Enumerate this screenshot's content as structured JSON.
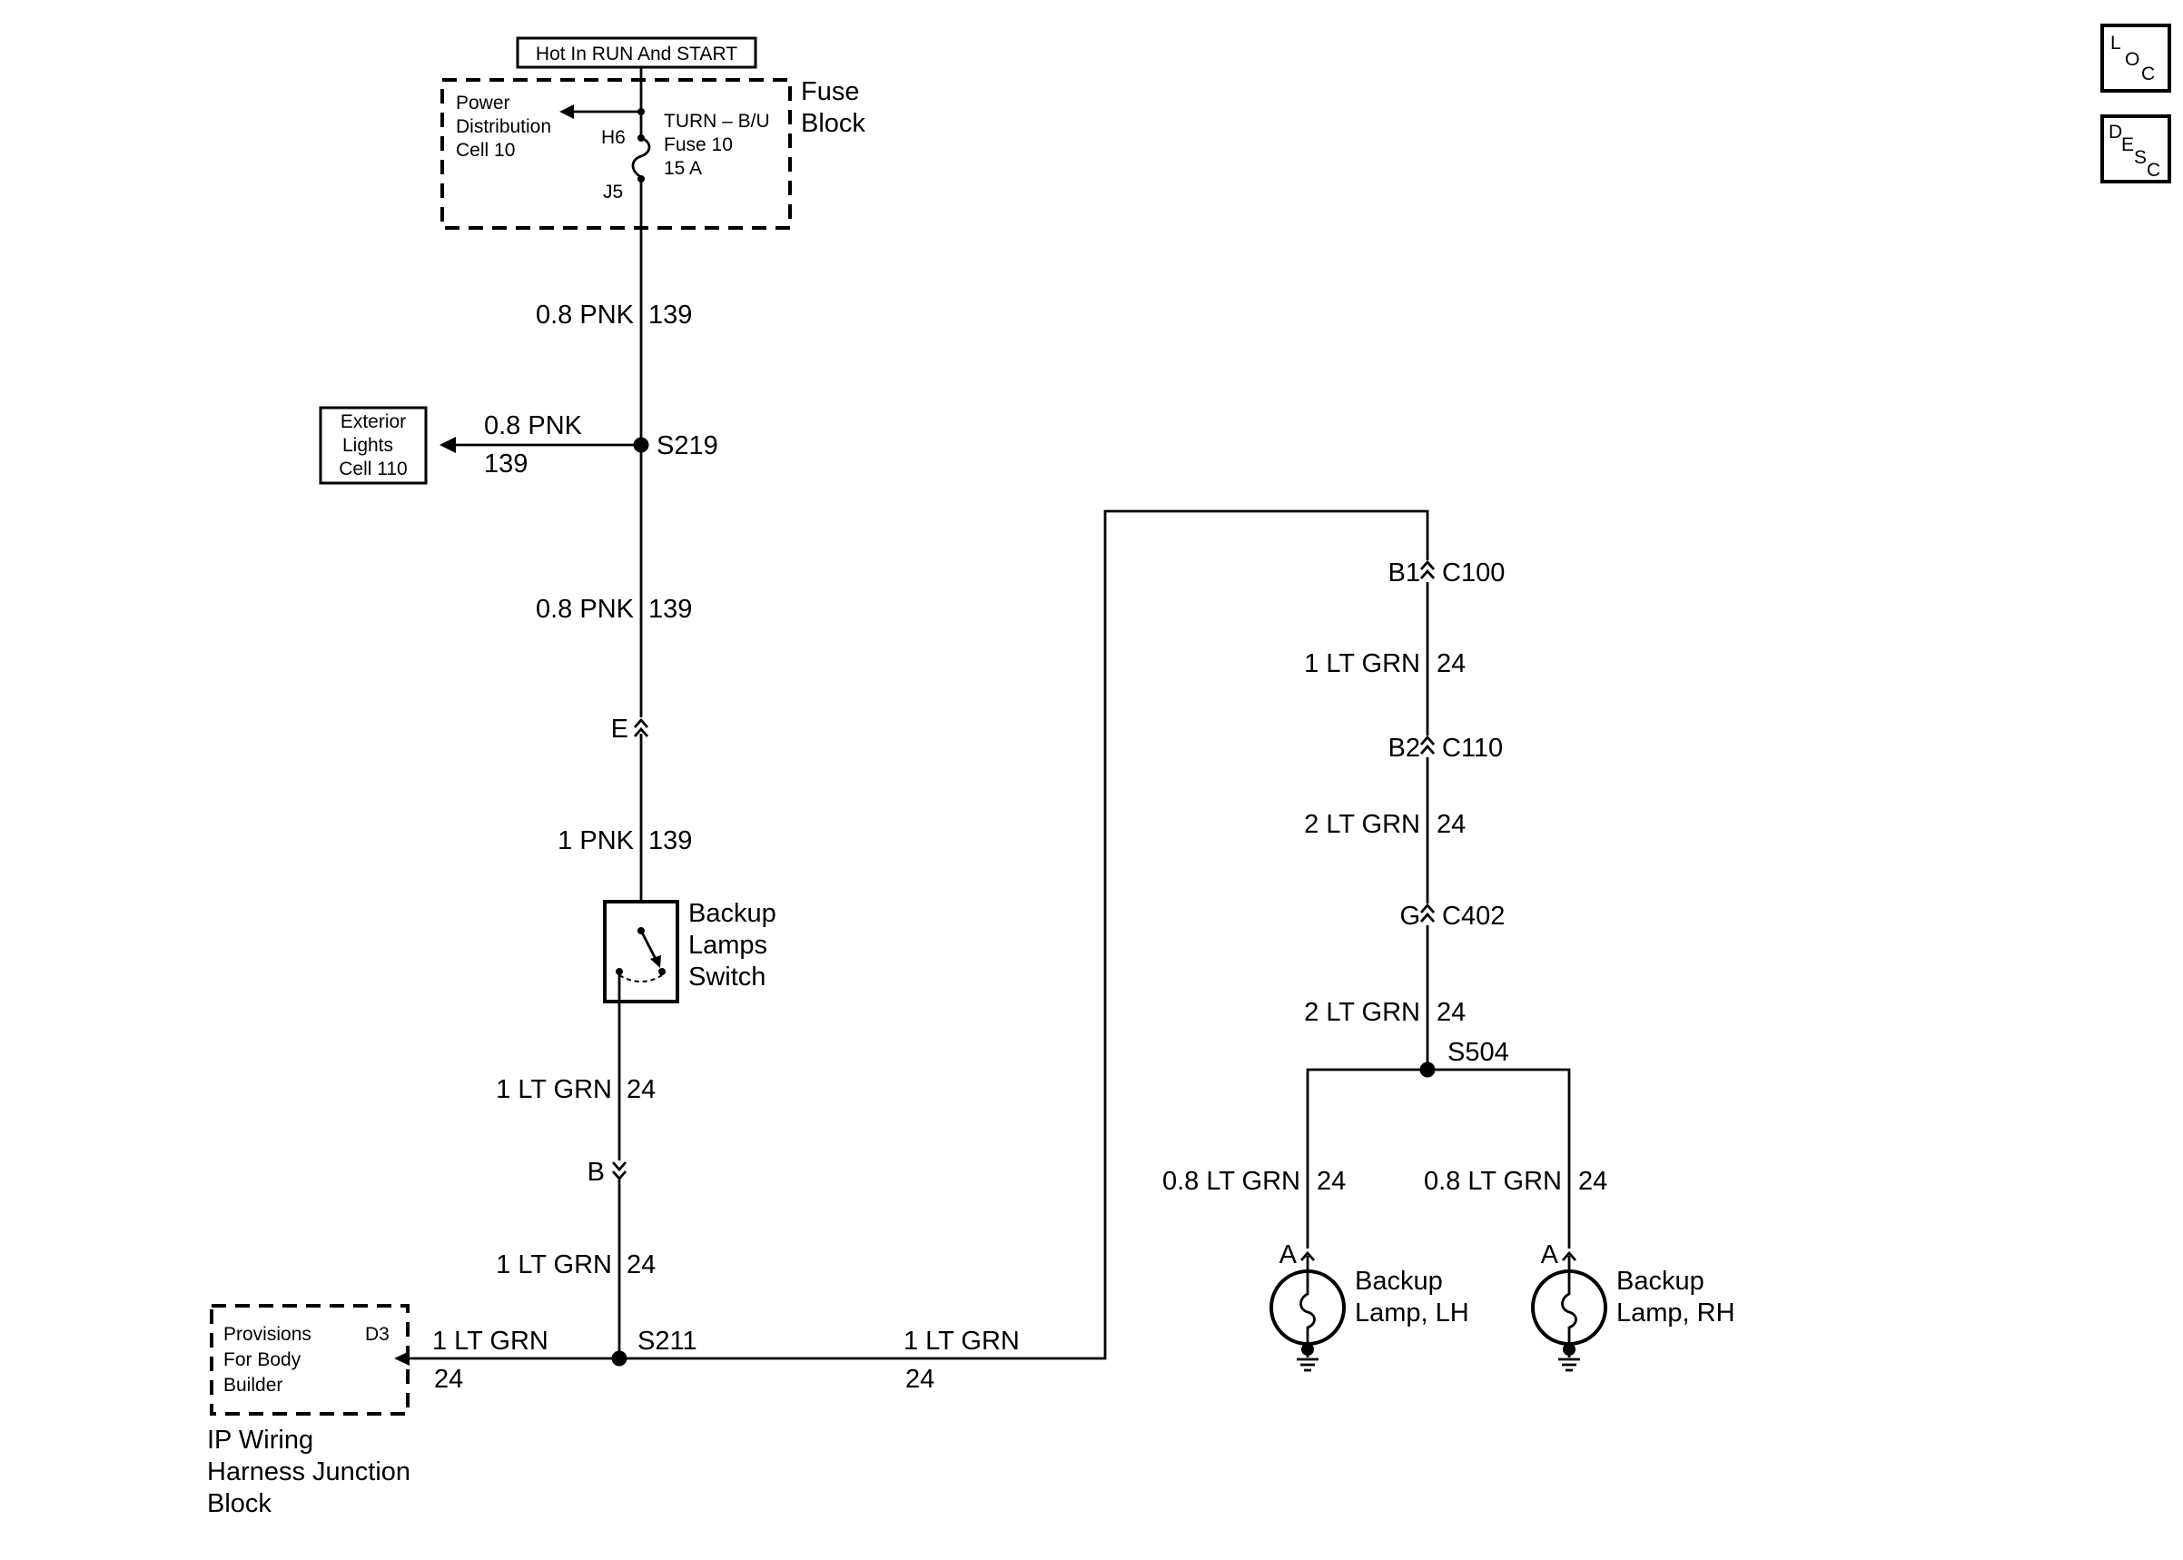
{
  "power": {
    "hot_label": "Hot In RUN And START",
    "fuse_block_line1": "Fuse",
    "fuse_block_line2": "Block",
    "pd_line1": "Power",
    "pd_line2": "Distribution",
    "pd_line3": "Cell 10",
    "pin_h6": "H6",
    "pin_j5": "J5",
    "fuse_line1": "TURN – B/U",
    "fuse_line2": "Fuse 10",
    "fuse_line3": "15 A"
  },
  "wires": {
    "w1_gauge": "0.8 PNK",
    "w1_circuit": "139",
    "ext_gauge": "0.8 PNK",
    "ext_circuit": "139",
    "w2_gauge": "0.8 PNK",
    "w2_circuit": "139",
    "w3_gauge": "1 PNK",
    "w3_circuit": "139",
    "w4_gauge": "1 LT GRN",
    "w4_circuit": "24",
    "w5_gauge": "1 LT GRN",
    "w5_circuit": "24",
    "pfb_gauge": "1 LT GRN",
    "pfb_circuit": "24",
    "h_gauge": "1 LT GRN",
    "h_circuit": "24",
    "r1_gauge": "1 LT GRN",
    "r1_circuit": "24",
    "r2_gauge": "2 LT GRN",
    "r2_circuit": "24",
    "r3_gauge": "2 LT GRN",
    "r3_circuit": "24",
    "lh_gauge": "0.8 LT GRN",
    "lh_circuit": "24",
    "rh_gauge": "0.8 LT GRN",
    "rh_circuit": "24"
  },
  "exterior": {
    "line1": "Exterior",
    "line2": "Lights",
    "line3": "Cell 110"
  },
  "splices": {
    "s219": "S219",
    "s211": "S211",
    "s504": "S504"
  },
  "connectors": {
    "e": "E",
    "b": "B",
    "c100_pin": "B1",
    "c100": "C100",
    "c110_pin": "B2",
    "c110": "C110",
    "c402_pin": "G",
    "c402": "C402",
    "lh_pin": "A",
    "rh_pin": "A"
  },
  "switch": {
    "line1": "Backup",
    "line2": "Lamps",
    "line3": "Switch"
  },
  "pfb": {
    "line1": "Provisions",
    "line2": "For Body",
    "line3": "Builder",
    "pin": "D3",
    "jb_line1": "IP Wiring",
    "jb_line2": "Harness Junction",
    "jb_line3": "Block"
  },
  "lamps": {
    "lh_line1": "Backup",
    "lh_line2": "Lamp, LH",
    "rh_line1": "Backup",
    "rh_line2": "Lamp, RH"
  },
  "nav": {
    "loc_l": "L",
    "loc_o": "O",
    "loc_c": "C",
    "desc_d": "D",
    "desc_e": "E",
    "desc_s": "S",
    "desc_c": "C"
  }
}
